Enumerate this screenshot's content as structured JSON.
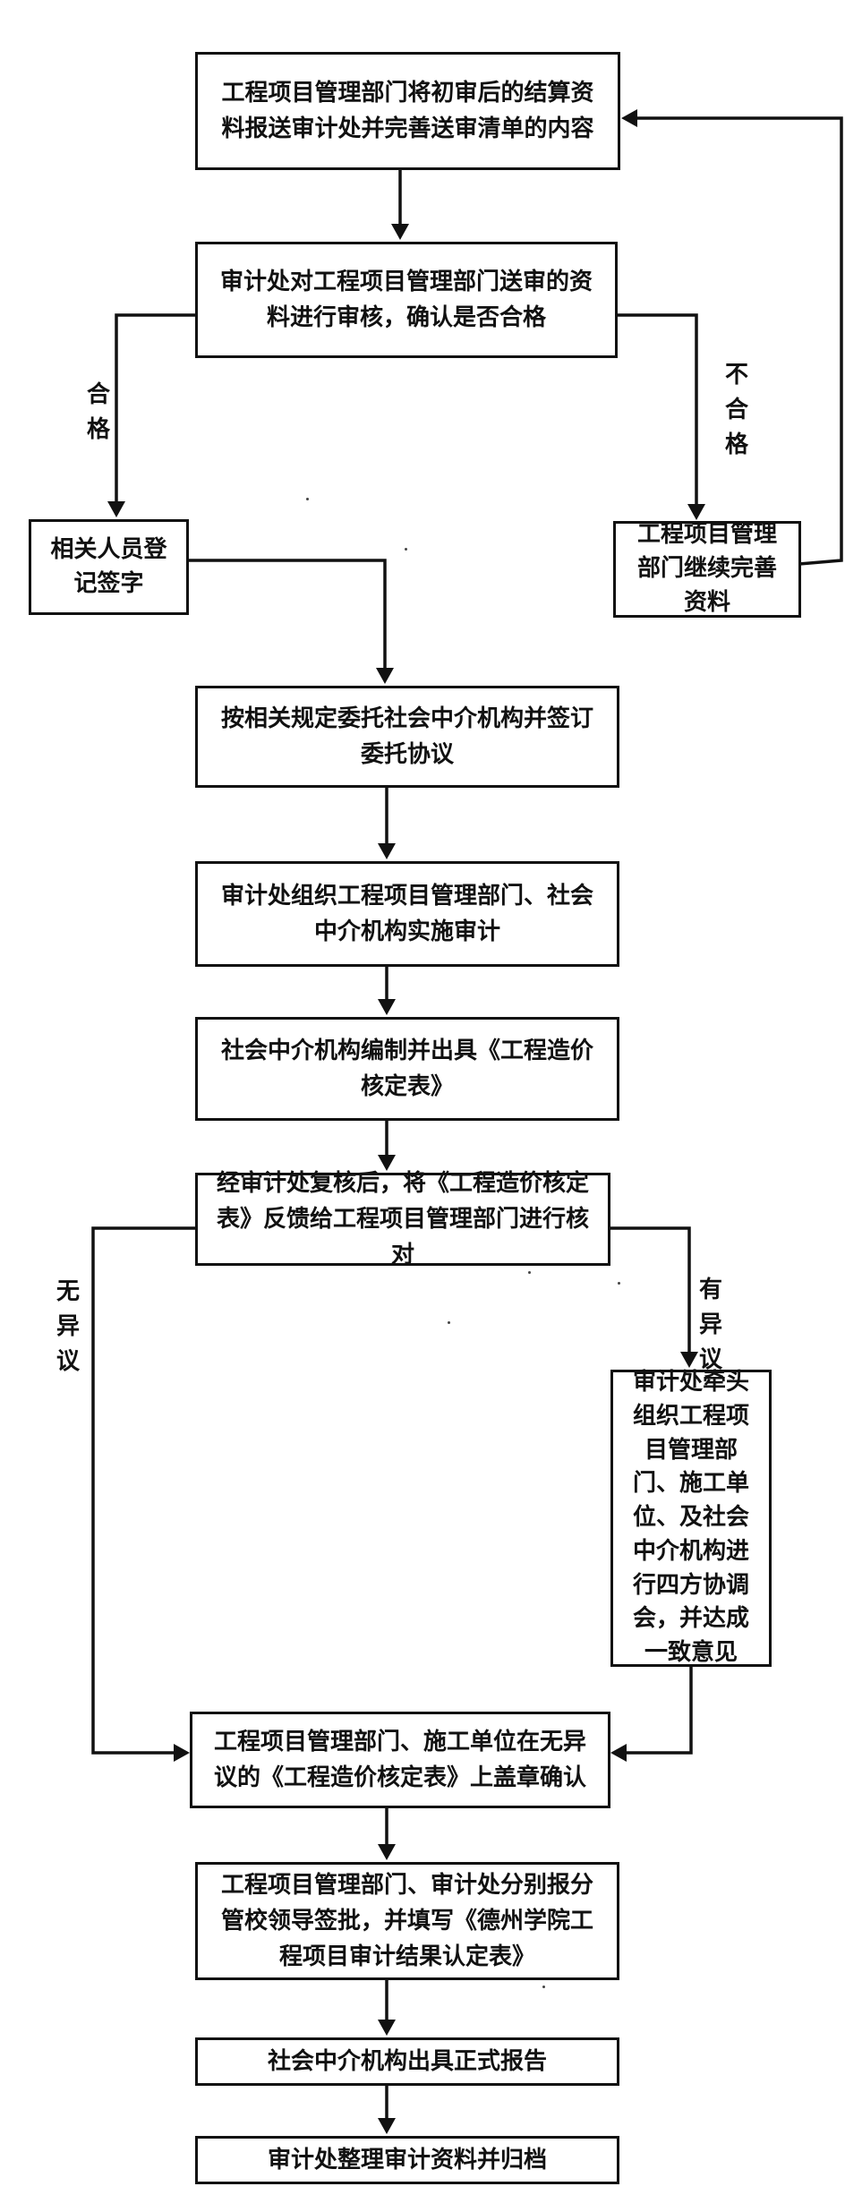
{
  "nodes": {
    "n1": "工程项目管理部门将初审后的结算资料报送审计处并完善送审清单的内容",
    "n2": "审计处对工程项目管理部门送审的资料进行审核，确认是否合格",
    "n3": "相关人员登记签字",
    "n4": "工程项目管理部门继续完善资料",
    "n5": "按相关规定委托社会中介机构并签订委托协议",
    "n6": "审计处组织工程项目管理部门、社会中介机构实施审计",
    "n7": "社会中介机构编制并出具《工程造价核定表》",
    "n8": "经审计处复核后，将《工程造价核定表》反馈给工程项目管理部门进行核对",
    "n9": "审计处牵头组织工程项目管理部门、施工单位、及社会中介机构进行四方协调会，并达成一致意见",
    "n10": "工程项目管理部门、施工单位在无异议的《工程造价核定表》上盖章确认",
    "n11": "工程项目管理部门、审计处分别报分管校领导签批，并填写《德州学院工程项目审计结果认定表》",
    "n12": "社会中介机构出具正式报告",
    "n13": "审计处整理审计资料并归档"
  },
  "edge_labels": {
    "pass": "合格",
    "fail": "不合格",
    "no_objection": "无异议",
    "objection": "有异议"
  }
}
